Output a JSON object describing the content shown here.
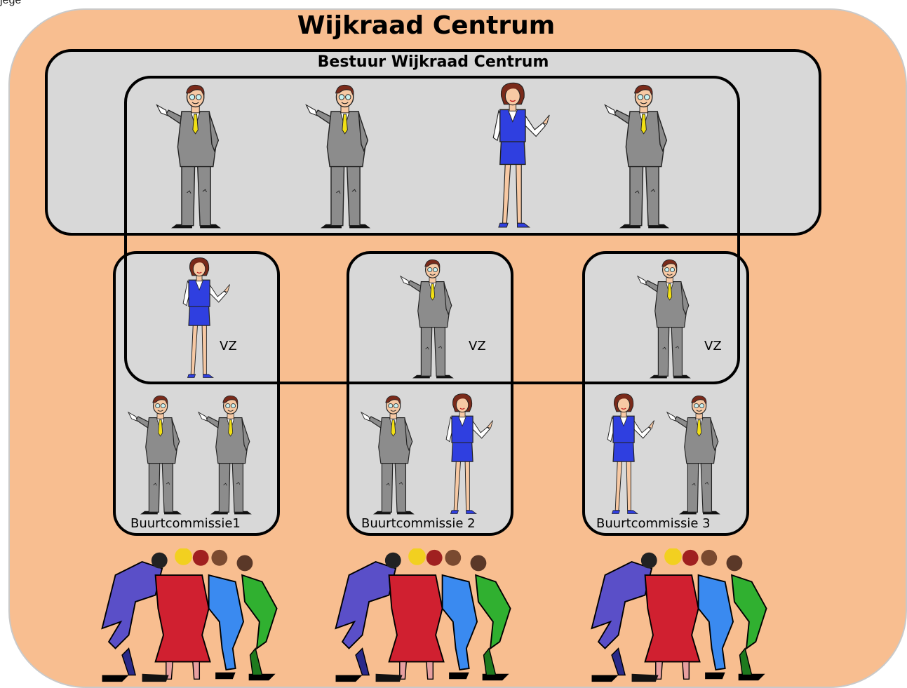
{
  "corner_text": "jege",
  "title": "Wijkraad Centrum",
  "board": {
    "title": "Bestuur Wijkraad Centrum"
  },
  "committees": [
    {
      "chair_label": "VZ",
      "name": "Buurtcommissie1"
    },
    {
      "chair_label": "VZ",
      "name": "Buurtcommissie 2"
    },
    {
      "chair_label": "VZ",
      "name": "Buurtcommissie 3"
    }
  ],
  "colors": {
    "background": "#f8be90",
    "panel": "#d8d8d8",
    "suit": "#8c8c8c",
    "dress": "#2f3fe0",
    "crowd": [
      "#5a4fc8",
      "#d02030",
      "#3a8af0",
      "#30b030",
      "#8a6048"
    ]
  },
  "icons": [
    "man-in-suit-icon",
    "woman-in-dress-icon",
    "crowd-huddle-icon"
  ]
}
